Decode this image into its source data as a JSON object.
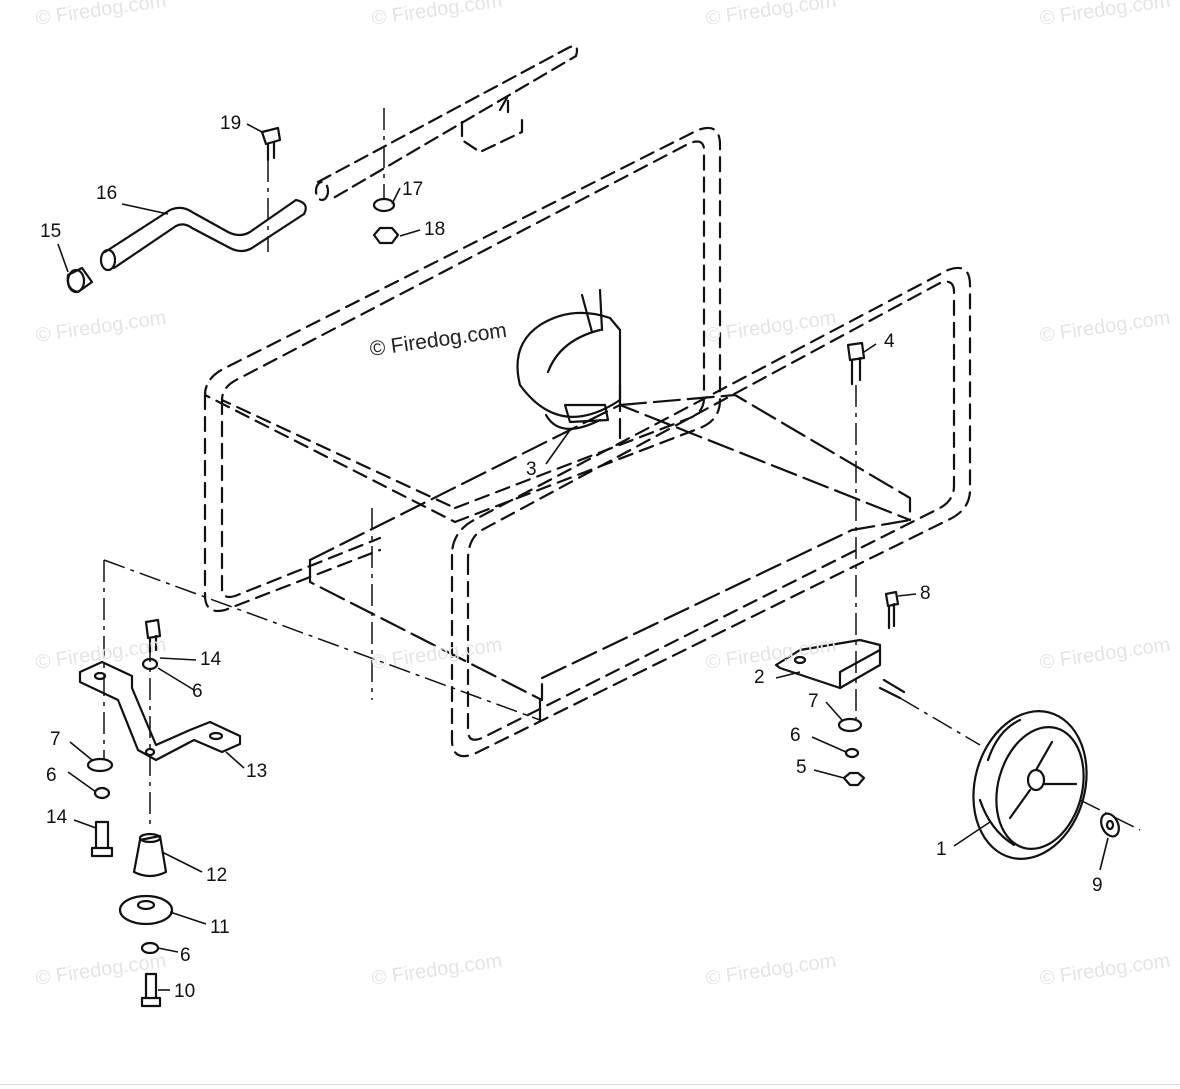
{
  "watermark": {
    "text": "© Firedog.com",
    "main_text": "© Firedog.com"
  },
  "parts": [
    {
      "id": "1",
      "label": "1"
    },
    {
      "id": "2",
      "label": "2"
    },
    {
      "id": "3",
      "label": "3"
    },
    {
      "id": "4",
      "label": "4"
    },
    {
      "id": "5",
      "label": "5"
    },
    {
      "id": "6a",
      "label": "6"
    },
    {
      "id": "6b",
      "label": "6"
    },
    {
      "id": "6c",
      "label": "6"
    },
    {
      "id": "6d",
      "label": "6"
    },
    {
      "id": "7a",
      "label": "7"
    },
    {
      "id": "7b",
      "label": "7"
    },
    {
      "id": "8",
      "label": "8"
    },
    {
      "id": "9",
      "label": "9"
    },
    {
      "id": "10",
      "label": "10"
    },
    {
      "id": "11",
      "label": "11"
    },
    {
      "id": "12",
      "label": "12"
    },
    {
      "id": "13",
      "label": "13"
    },
    {
      "id": "14a",
      "label": "14"
    },
    {
      "id": "14b",
      "label": "14"
    },
    {
      "id": "15",
      "label": "15"
    },
    {
      "id": "16",
      "label": "16"
    },
    {
      "id": "17",
      "label": "17"
    },
    {
      "id": "18",
      "label": "18"
    },
    {
      "id": "19",
      "label": "19"
    }
  ],
  "colors": {
    "line": "#111111",
    "watermark": "#e4e4e4"
  }
}
